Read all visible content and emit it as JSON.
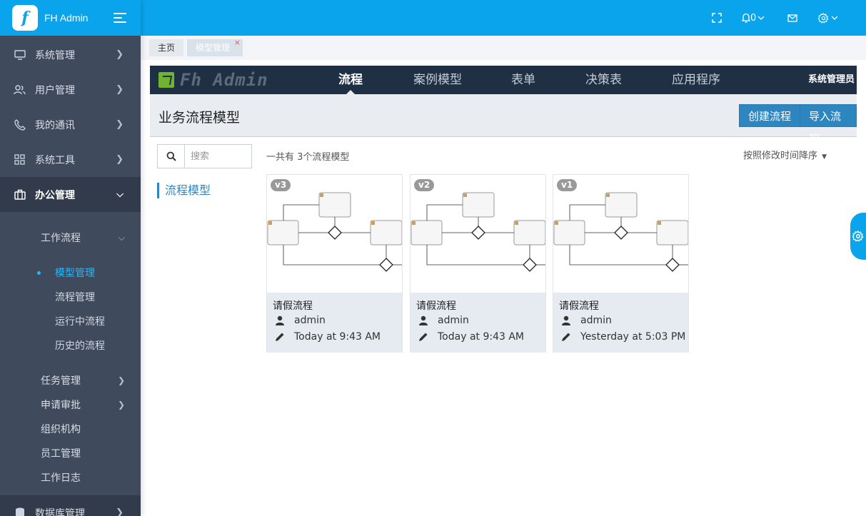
{
  "brand": {
    "name": "FH Admin",
    "logo_letter": "f"
  },
  "sidebar": {
    "items": [
      {
        "label": "系统管理",
        "icon": "monitor-icon"
      },
      {
        "label": "用户管理",
        "icon": "users-icon"
      },
      {
        "label": "我的通讯",
        "icon": "phone-icon"
      },
      {
        "label": "系统工具",
        "icon": "grid-icon"
      },
      {
        "label": "办公管理",
        "icon": "briefcase-icon"
      }
    ],
    "office_sub": [
      {
        "label": "工作流程"
      },
      {
        "label": "任务管理"
      },
      {
        "label": "申请审批"
      },
      {
        "label": "组织机构"
      },
      {
        "label": "员工管理"
      },
      {
        "label": "工作日志"
      }
    ],
    "workflow_sub": [
      {
        "label": "模型管理"
      },
      {
        "label": "流程管理"
      },
      {
        "label": "运行中流程"
      },
      {
        "label": "历史的流程"
      }
    ],
    "last_item": {
      "label": "数据库管理",
      "icon": "database-icon"
    }
  },
  "topbar": {
    "notifications": "0"
  },
  "tabs": [
    {
      "label": "主页"
    },
    {
      "label": "模型管理",
      "close": "×"
    }
  ],
  "app": {
    "logo_text": "Fh Admin",
    "nav": [
      {
        "label": "流程"
      },
      {
        "label": "案例模型"
      },
      {
        "label": "表单"
      },
      {
        "label": "决策表"
      },
      {
        "label": "应用程序"
      }
    ],
    "user": "系统管理员"
  },
  "page": {
    "title": "业务流程模型",
    "create_button": "创建流程",
    "import_button": "导入流程",
    "search_placeholder": "搜索",
    "category": "流程模型",
    "count_text": "一共有 3个流程模型",
    "sort_label": "按照修改时间降序"
  },
  "colors": {
    "topbar": "#0aa4ed",
    "sidebar": "#3f4a5d",
    "appbar": "#1f2f44",
    "accent": "#2e86c1"
  },
  "models": [
    {
      "version": "v3",
      "name": "请假流程",
      "user": "admin",
      "modified": "Today at 9:43 AM"
    },
    {
      "version": "v2",
      "name": "请假流程",
      "user": "admin",
      "modified": "Today at 9:43 AM"
    },
    {
      "version": "v1",
      "name": "请假流程",
      "user": "admin",
      "modified": "Yesterday at 5:03 PM"
    }
  ]
}
